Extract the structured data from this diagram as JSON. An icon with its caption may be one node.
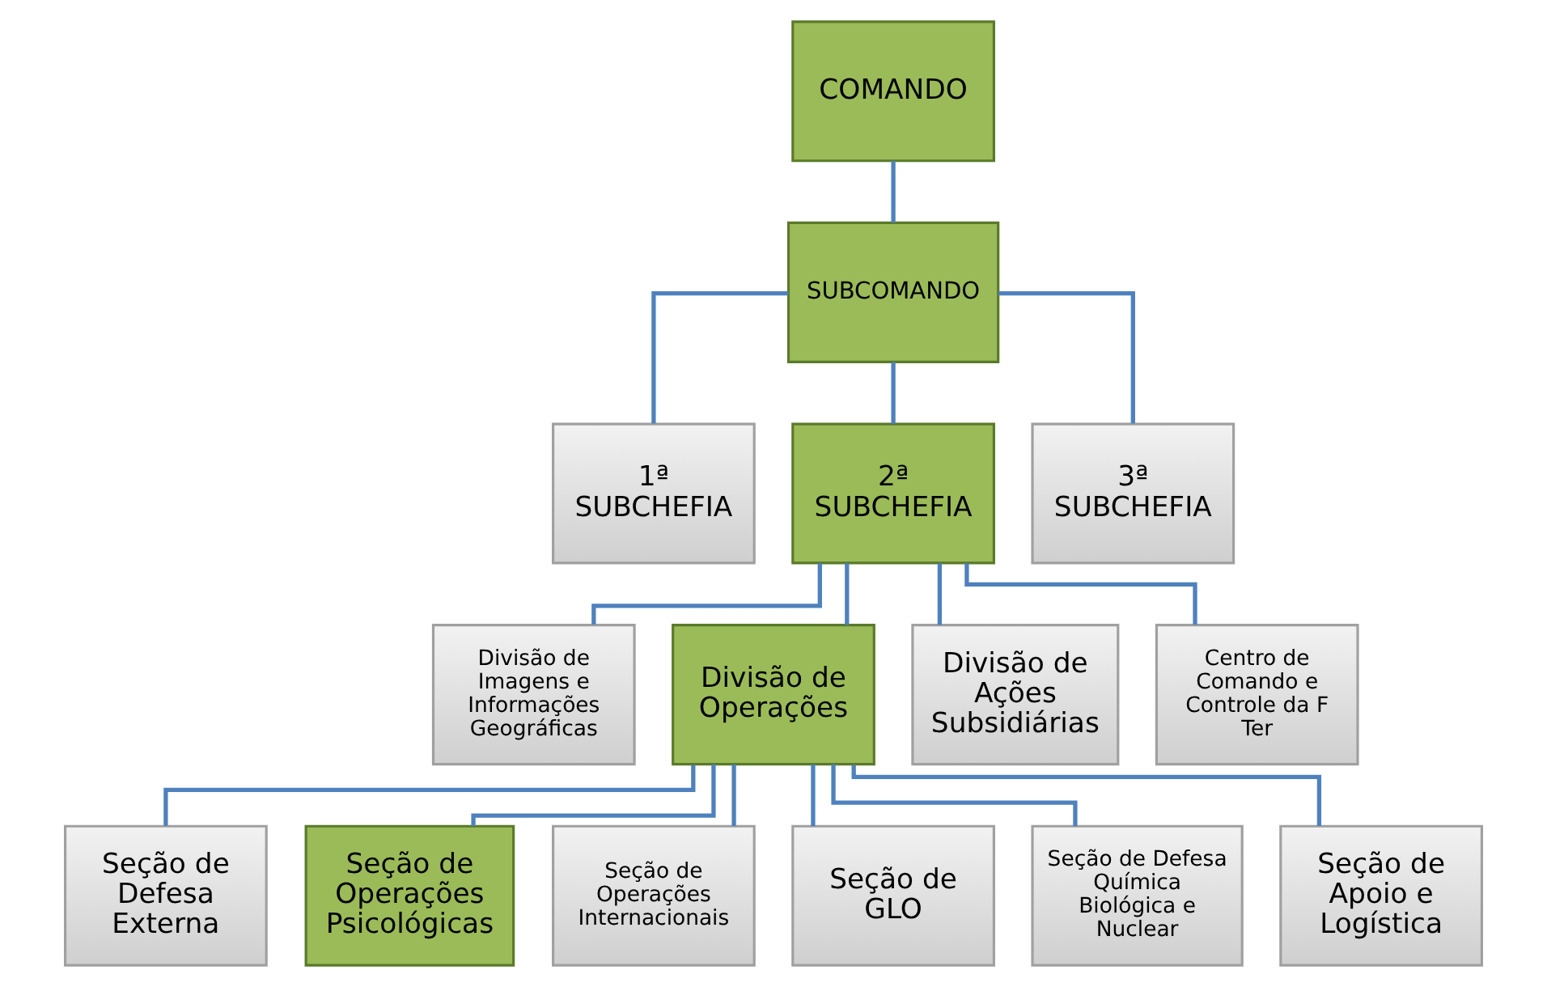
{
  "diagram": {
    "nodes": [
      {
        "text": [
          "COMANDO"
        ]
      },
      {
        "text": [
          "SUBCOMANDO"
        ]
      },
      {
        "text": [
          "1ª SUBCHEFIA"
        ]
      },
      {
        "text": [
          "2ª SUBCHEFIA"
        ]
      },
      {
        "text": [
          "3ª SUBCHEFIA"
        ]
      },
      {
        "text": [
          "Divisão de Imagens e Informações Geográficas"
        ]
      },
      {
        "text": [
          "Divisão de Operações"
        ]
      },
      {
        "text": [
          "Divisão de Ações Subsidiárias"
        ]
      },
      {
        "text": [
          "Centro de Comando e Controle da F Ter"
        ]
      },
      {
        "text": [
          "Seção de Defesa Externa"
        ]
      },
      {
        "text": [
          "Seção de Operações Psicológicas"
        ]
      },
      {
        "text": [
          "Seção de Operações Internacionais"
        ]
      },
      {
        "text": [
          "Seção de GLO"
        ]
      },
      {
        "text": [
          "Seção de Defesa Química Biológica e Nuclear"
        ]
      },
      {
        "text": [
          "Seção de Apoio e Logística"
        ]
      }
    ],
    "edges": [
      {
        "from": 0,
        "to": 1,
        "arrow": "none"
      },
      {
        "from": 1,
        "to": 2,
        "arrow": "none"
      },
      {
        "from": 1,
        "to": 3,
        "arrow": "none"
      },
      {
        "from": 1,
        "to": 4,
        "arrow": "none"
      },
      {
        "from": 3,
        "to": 5,
        "arrow": "none"
      },
      {
        "from": 3,
        "to": 6,
        "arrow": "none"
      },
      {
        "from": 3,
        "to": 7,
        "arrow": "none"
      },
      {
        "from": 3,
        "to": 8,
        "arrow": "none"
      },
      {
        "from": 6,
        "to": 9,
        "arrow": "none"
      },
      {
        "from": 6,
        "to": 10,
        "arrow": "none"
      },
      {
        "from": 6,
        "to": 11,
        "arrow": "none"
      },
      {
        "from": 6,
        "to": 12,
        "arrow": "none"
      },
      {
        "from": 6,
        "to": 13,
        "arrow": "none"
      },
      {
        "from": 6,
        "to": 14,
        "arrow": "none"
      }
    ]
  }
}
